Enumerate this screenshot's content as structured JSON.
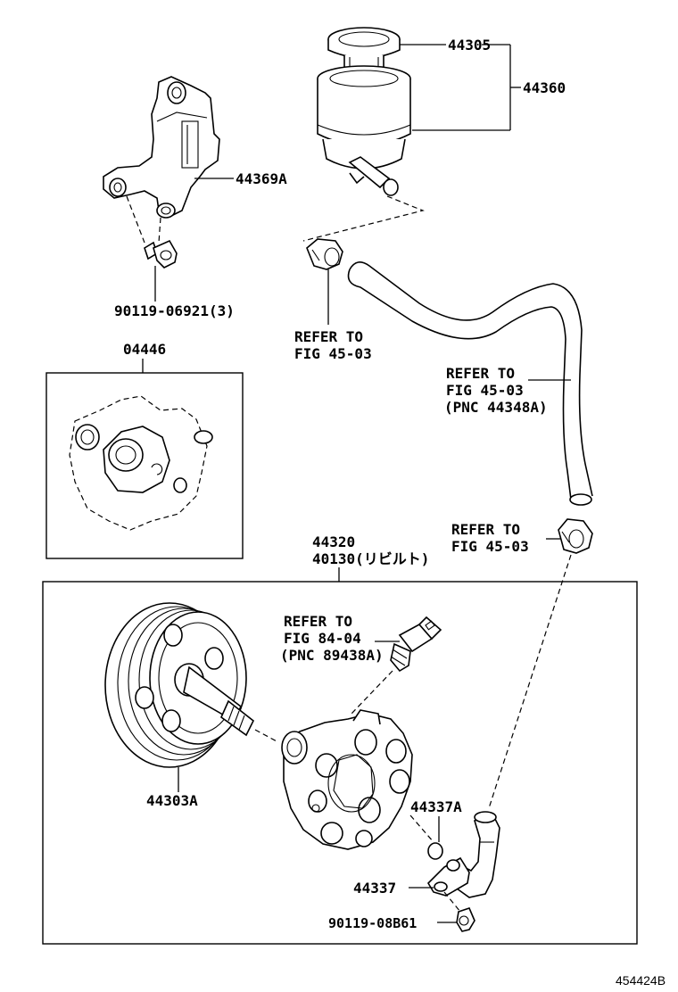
{
  "diagram": {
    "labels": {
      "p44305": "44305",
      "p44360": "44360",
      "p44369a": "44369A",
      "p90119_06921": "90119-06921(3)",
      "p04446": "04446",
      "refer1_line1": "REFER TO",
      "refer1_line2": "FIG 45-03",
      "refer2_line1": "REFER TO",
      "refer2_line2": "FIG 45-03",
      "refer2_line3": "(PNC 44348A)",
      "refer3_line1": "REFER TO",
      "refer3_line2": "FIG 45-03",
      "p44320": "44320",
      "p40130": "40130(リビルト)",
      "refer4_line1": "REFER TO",
      "refer4_line2": "FIG 84-04",
      "refer4_line3": "(PNC 89438A)",
      "p44303a": "44303A",
      "p44337a": "44337A",
      "p44337": "44337",
      "p90119_08b61": "90119-08B61",
      "figure_id": "454424B"
    }
  }
}
